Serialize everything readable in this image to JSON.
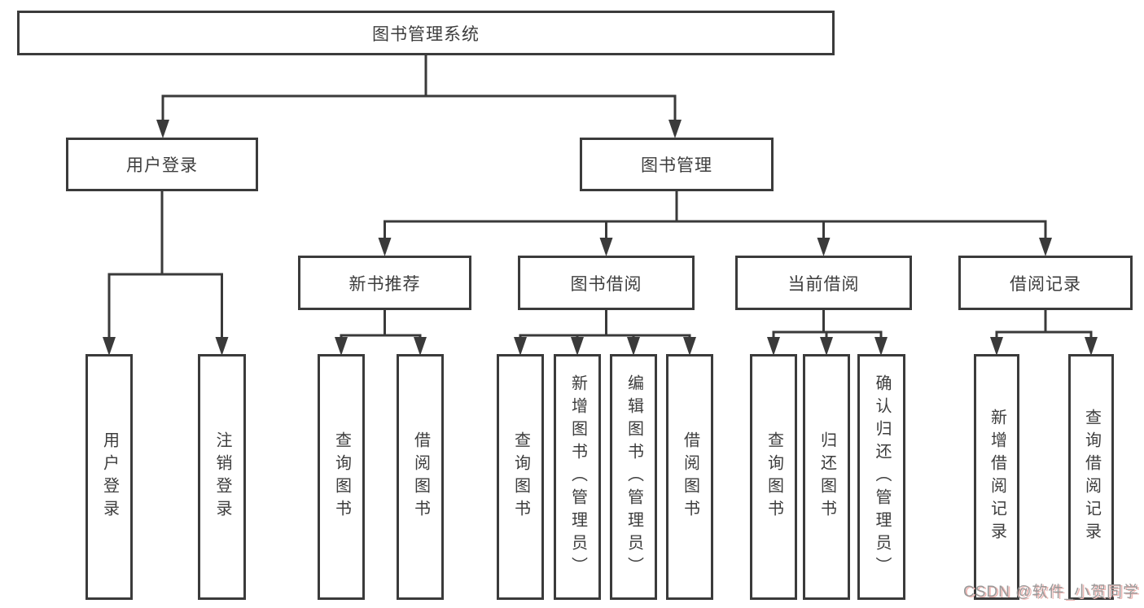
{
  "diagram": {
    "type": "functional-structure-tree",
    "colors": {
      "background": "#ffffff",
      "box_border": "#3b3b3b",
      "connector_line": "#3a3a3a",
      "text": "#3d3d3d",
      "watermark_gray": "#9a9a9a",
      "watermark_shadow_red": "#eeb7b4"
    },
    "tree": {
      "label": "图书管理系统",
      "children": [
        {
          "label": "用户登录",
          "children": [
            {
              "label": "用户登录"
            },
            {
              "label": "注销登录"
            }
          ]
        },
        {
          "label": "图书管理",
          "children": [
            {
              "label": "新书推荐",
              "children": [
                {
                  "label": "查询图书"
                },
                {
                  "label": "借阅图书"
                }
              ]
            },
            {
              "label": "图书借阅",
              "children": [
                {
                  "label": "查询图书"
                },
                {
                  "label": "新增图书（管理员）"
                },
                {
                  "label": "编辑图书（管理员）"
                },
                {
                  "label": "借阅图书"
                }
              ]
            },
            {
              "label": "当前借阅",
              "children": [
                {
                  "label": "查询图书"
                },
                {
                  "label": "归还图书"
                },
                {
                  "label": "确认归还（管理员）"
                }
              ]
            },
            {
              "label": "借阅记录",
              "children": [
                {
                  "label": "新增借阅记录"
                },
                {
                  "label": "查询借阅记录"
                }
              ]
            }
          ]
        }
      ]
    },
    "watermark": {
      "text": "CSDN @软件_小贺同学"
    }
  }
}
